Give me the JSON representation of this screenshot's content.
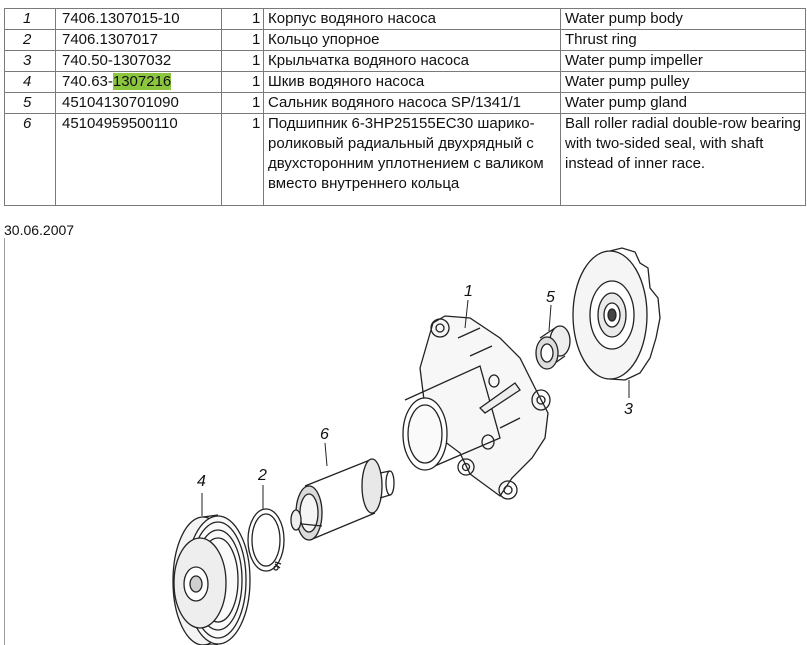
{
  "table": {
    "rows": [
      {
        "pos": "1",
        "code": "7406.1307015-10",
        "qty": "1",
        "ru": "Корпус водяного насоса",
        "en": "Water pump body"
      },
      {
        "pos": "2",
        "code": "7406.1307017",
        "qty": "1",
        "ru": "Кольцо упорное",
        "en": "Thrust ring"
      },
      {
        "pos": "3",
        "code": "740.50-1307032",
        "qty": "1",
        "ru": "Крыльчатка водяного насоса",
        "en": "Water pump impeller"
      },
      {
        "pos": "4",
        "code_prefix": "740.63-",
        "code_highlight": "1307216",
        "qty": "1",
        "ru": "Шкив водяного насоса",
        "en": "Water pump pulley"
      },
      {
        "pos": "5",
        "code": "45104130701090",
        "qty": "1",
        "ru": "Сальник водяного насоса SP/1341/1",
        "en": "Water pump gland"
      },
      {
        "pos": "6",
        "code": "45104959500110",
        "qty": "1",
        "ru": "Подшипник 6-3НР25155ЕС30 шарико-роликовый радиальный двухрядный с двухсторонним уплотнением с валиком вместо внутреннего кольца",
        "en": "Ball roller radial double-row bearing with two-sided seal, with shaft instead of inner race."
      }
    ],
    "highlight_color": "#8cc63f"
  },
  "date": "30.06.2007",
  "diagram": {
    "callouts": [
      "1",
      "2",
      "3",
      "4",
      "5",
      "6"
    ]
  }
}
